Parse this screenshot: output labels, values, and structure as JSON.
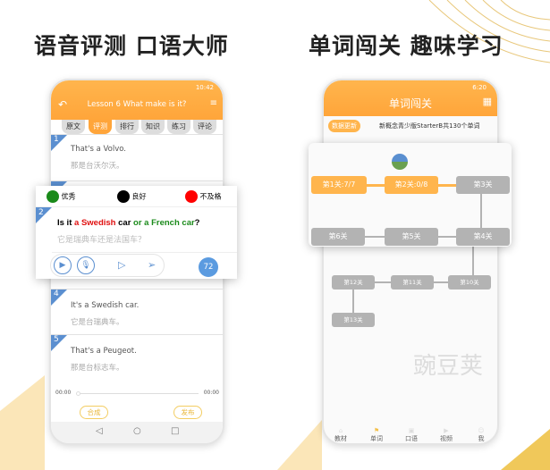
{
  "left_panel": {
    "heading": "语音评测 口语大师",
    "status_time": "10:42",
    "header_title": "Lesson 6 What make is it?",
    "tabs": [
      "原文",
      "评测",
      "排行",
      "知识",
      "练习",
      "评论"
    ],
    "active_tab": "评测",
    "sentences": [
      {
        "num": "1",
        "en": "That's a Volvo.",
        "cn": "那是台沃尔沃。"
      },
      {
        "num": "4",
        "en": "It's a Swedish car.",
        "cn": "它是台瑞典车。"
      },
      {
        "num": "5",
        "en": "That's a Peugeot.",
        "cn": "那是台标志车。"
      }
    ],
    "legend": [
      {
        "label": "优秀",
        "color": "#1a8a1a"
      },
      {
        "label": "良好",
        "color": "#000000"
      },
      {
        "label": "不及格",
        "color": "#ff0000"
      }
    ],
    "eval_card": {
      "num": "2",
      "en_parts": [
        {
          "t": "Is it ",
          "c": "#000000"
        },
        {
          "t": "a Swedish",
          "c": "#e01010"
        },
        {
          "t": " car ",
          "c": "#000000"
        },
        {
          "t": "or a French car",
          "c": "#1a8a1a"
        },
        {
          "t": "?",
          "c": "#000000"
        }
      ],
      "cn": "它是瑞典车还是法国车？",
      "score": "72"
    },
    "time_start": "00:00",
    "time_end": "00:00",
    "progress": 0,
    "btn_compose": "合成",
    "btn_publish": "发布"
  },
  "right_panel": {
    "heading": "单词闯关 趣味学习",
    "status_time": "6:20",
    "header_title": "单词闯关",
    "update_btn": "数据更新",
    "info": "新概念青少版StarterB共130个单词",
    "levels_row1": [
      "第1关:7/7",
      "第2关:0/8",
      "第3关"
    ],
    "levels_row2": [
      "第6关",
      "第5关",
      "第4关"
    ],
    "levels_row3": [
      "第12关",
      "第11关",
      "第10关"
    ],
    "levels_row4": [
      "第13关"
    ],
    "bottom_tabs": [
      "教材",
      "单词",
      "口语",
      "视频",
      "我"
    ],
    "watermark": "豌豆荚"
  }
}
